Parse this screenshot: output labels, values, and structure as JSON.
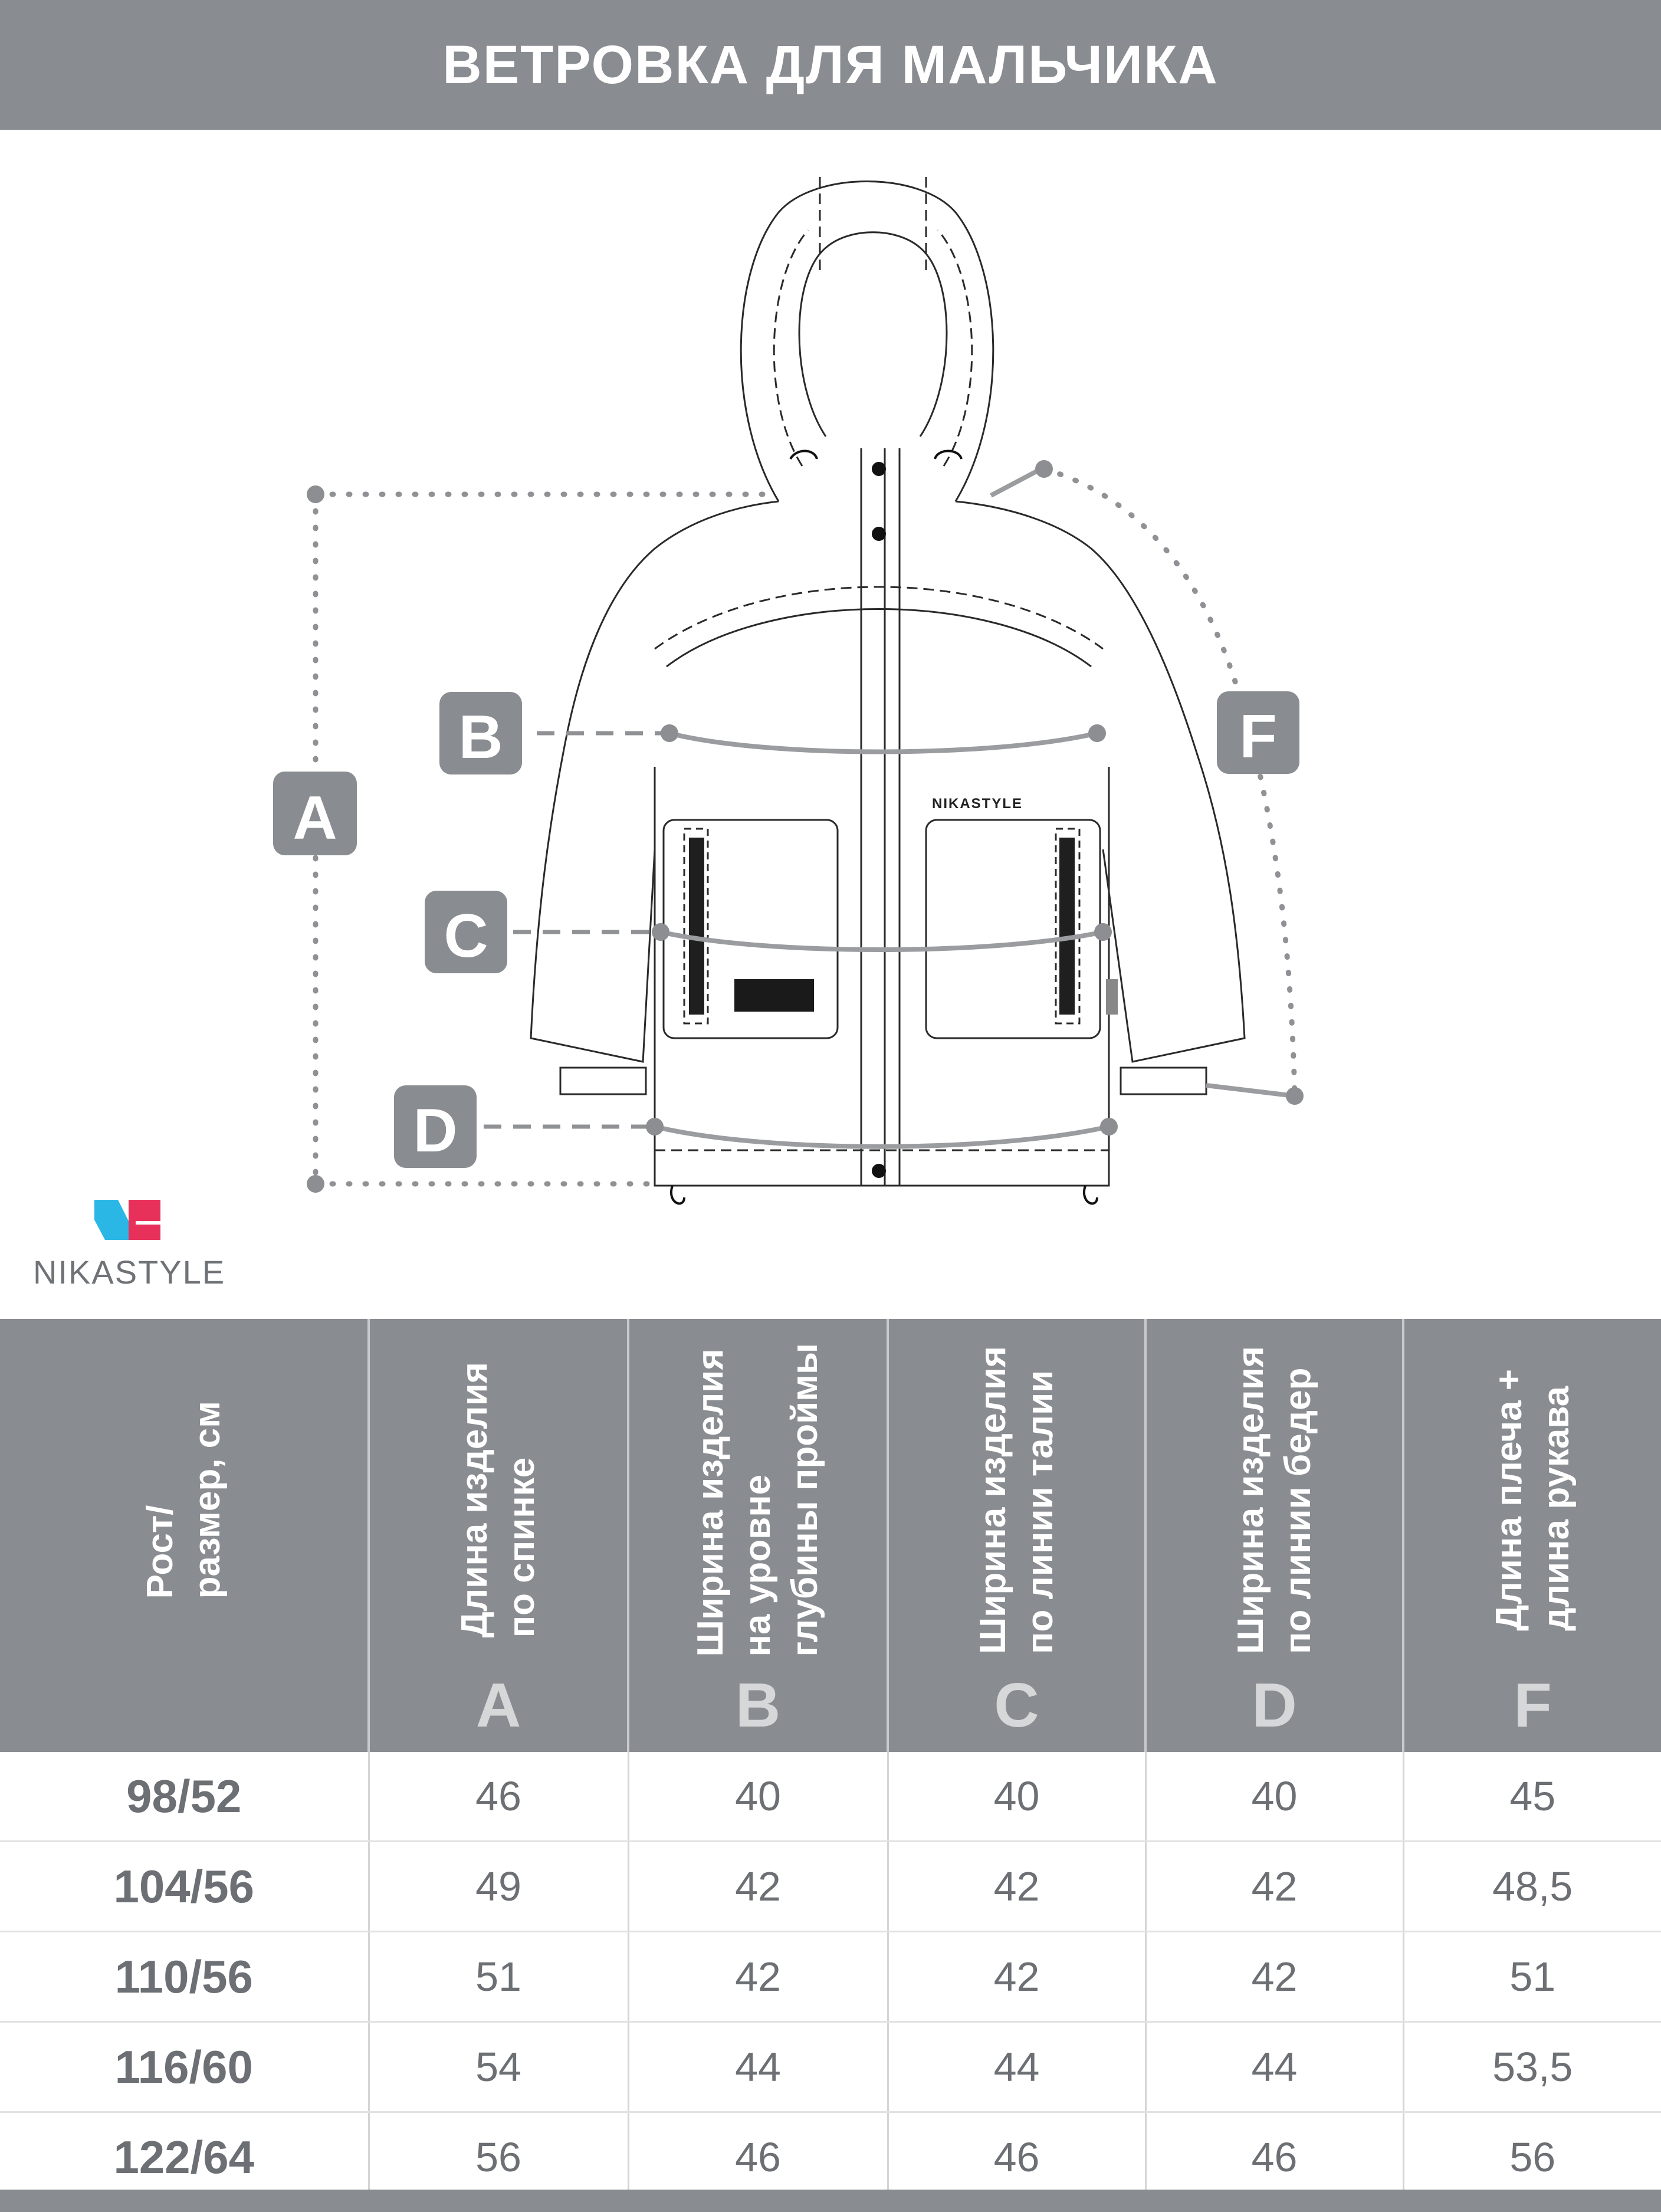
{
  "header": {
    "title": "ВЕТРОВКА ДЛЯ МАЛЬЧИКА"
  },
  "diagram": {
    "labels": {
      "a": "A",
      "b": "B",
      "c": "C",
      "d": "D",
      "f": "F"
    },
    "jacket_print": "NIKASTYLE"
  },
  "logo": {
    "mark": "NS",
    "text": "NIKASTYLE"
  },
  "colors": {
    "header_bg": "#898c90",
    "label_badge": "#898c90",
    "logo_blue": "#2ab7e6",
    "logo_red": "#e8315a"
  },
  "table": {
    "headers": [
      {
        "text": "Рост/\nразмер, см",
        "letter": ""
      },
      {
        "text": "Длина изделия\nпо спинке",
        "letter": "A"
      },
      {
        "text": "Ширина изделия\nна уровне\nглубины проймы",
        "letter": "B"
      },
      {
        "text": "Ширина изделия\nпо линии талии",
        "letter": "C"
      },
      {
        "text": "Ширина изделия\nпо линии бедер",
        "letter": "D"
      },
      {
        "text": "Длина плеча +\nдлина рукава",
        "letter": "F"
      }
    ],
    "rows": [
      [
        "98/52",
        "46",
        "40",
        "40",
        "40",
        "45"
      ],
      [
        "104/56",
        "49",
        "42",
        "42",
        "42",
        "48,5"
      ],
      [
        "110/56",
        "51",
        "42",
        "42",
        "42",
        "51"
      ],
      [
        "116/60",
        "54",
        "44",
        "44",
        "44",
        "53,5"
      ],
      [
        "122/64",
        "56",
        "46",
        "46",
        "46",
        "56"
      ]
    ]
  }
}
